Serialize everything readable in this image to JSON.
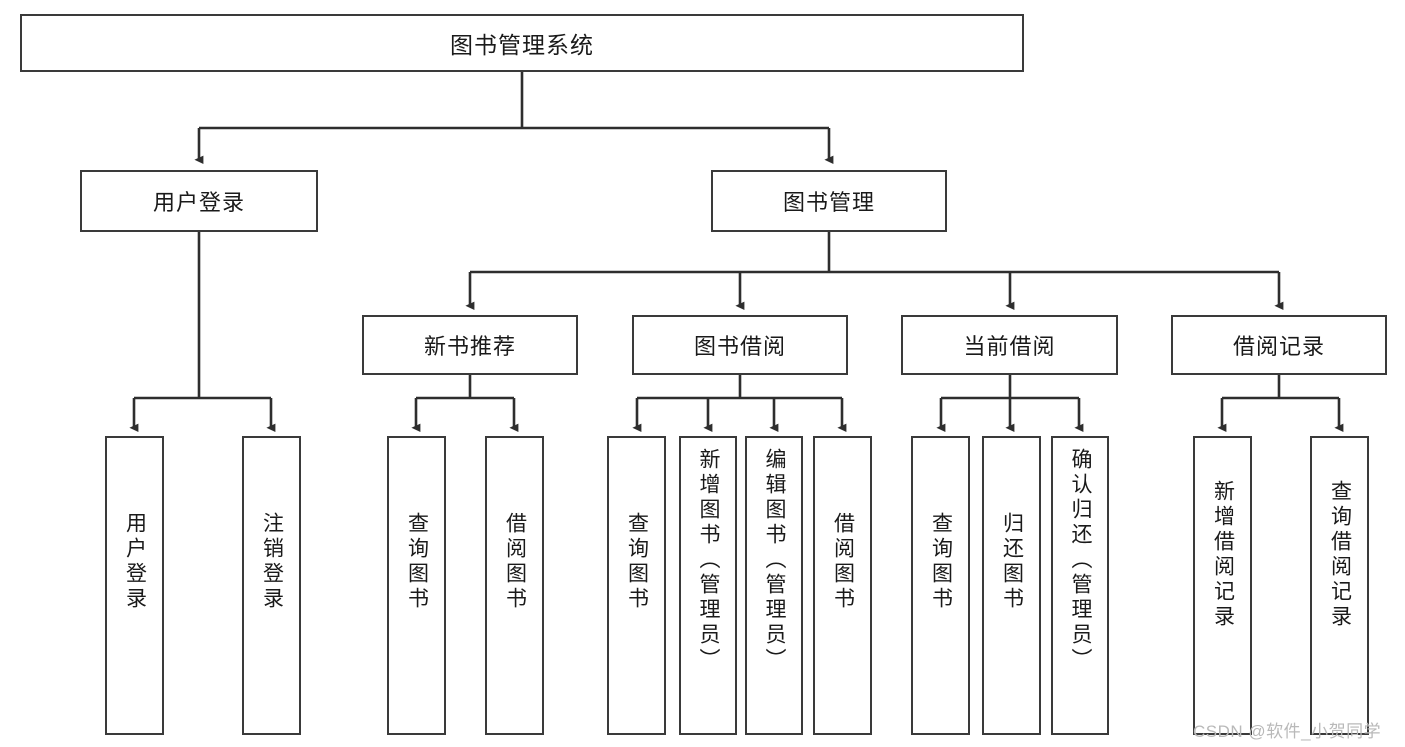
{
  "diagram": {
    "title": "图书管理系统",
    "type": "tree-hierarchy",
    "watermark": "CSDN @软件_小贺同学",
    "accent_color": "#3a3a3a",
    "background_color": "#ffffff",
    "nodes": {
      "root": {
        "label": "图书管理系统"
      },
      "level2": [
        {
          "id": "user-login",
          "label": "用户登录"
        },
        {
          "id": "book-manage",
          "label": "图书管理"
        }
      ],
      "level3": [
        {
          "id": "new-book-recommend",
          "label": "新书推荐"
        },
        {
          "id": "book-borrow",
          "label": "图书借阅"
        },
        {
          "id": "current-borrow",
          "label": "当前借阅"
        },
        {
          "id": "borrow-record",
          "label": "借阅记录"
        }
      ],
      "leaves": {
        "user_login": [
          {
            "id": "leaf-user-login",
            "label": "用户登录"
          },
          {
            "id": "leaf-user-logout",
            "label": "注销登录"
          }
        ],
        "new_book_recommend": [
          {
            "id": "leaf-query-book-1",
            "label": "查询图书"
          },
          {
            "id": "leaf-borrow-book-1",
            "label": "借阅图书"
          }
        ],
        "book_borrow": [
          {
            "id": "leaf-query-book-2",
            "label": "查询图书"
          },
          {
            "id": "leaf-add-book",
            "label": "新增图书（管理员）"
          },
          {
            "id": "leaf-edit-book",
            "label": "编辑图书（管理员）"
          },
          {
            "id": "leaf-borrow-book-2",
            "label": "借阅图书"
          }
        ],
        "current_borrow": [
          {
            "id": "leaf-query-book-3",
            "label": "查询图书"
          },
          {
            "id": "leaf-return-book",
            "label": "归还图书"
          },
          {
            "id": "leaf-confirm-return",
            "label": "确认归还（管理员）"
          }
        ],
        "borrow_record": [
          {
            "id": "leaf-add-record",
            "label": "新增借阅记录"
          },
          {
            "id": "leaf-query-record",
            "label": "查询借阅记录"
          }
        ]
      }
    }
  }
}
